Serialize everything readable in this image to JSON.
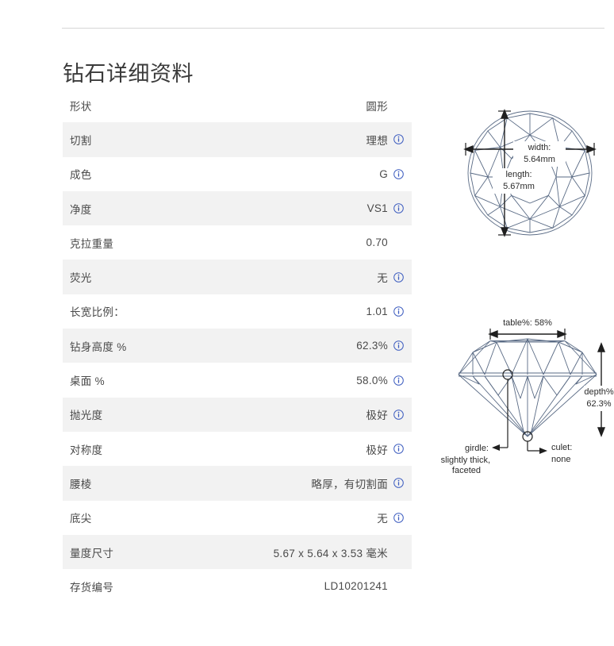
{
  "page": {
    "title": "钻石详细资料"
  },
  "spec_table": {
    "rows": [
      {
        "label": "形状",
        "value": "圆形",
        "info": false
      },
      {
        "label": "切割",
        "value": "理想",
        "info": true
      },
      {
        "label": "成色",
        "value": "G",
        "info": true
      },
      {
        "label": "净度",
        "value": "VS1",
        "info": true
      },
      {
        "label": "克拉重量",
        "value": "0.70",
        "info": false
      },
      {
        "label": "荧光",
        "value": "无",
        "info": true
      },
      {
        "label": "长宽比例：",
        "value": "1.01",
        "info": true
      },
      {
        "label": "钻身高度 %",
        "value": "62.3%",
        "info": true
      },
      {
        "label": "桌面 %",
        "value": "58.0%",
        "info": true
      },
      {
        "label": "抛光度",
        "value": "极好",
        "info": true
      },
      {
        "label": "对称度",
        "value": "极好",
        "info": true
      },
      {
        "label": "腰棱",
        "value": "略厚，有切割面",
        "info": true
      },
      {
        "label": "底尖",
        "value": "无",
        "info": true
      },
      {
        "label": "量度尺寸",
        "value": "5.67 x 5.64 x 3.53 毫米",
        "info": false
      },
      {
        "label": "存货编号",
        "value": "LD10201241",
        "info": false
      }
    ],
    "info_icon": "info-circle-icon",
    "accent_color": "#3b5bbf",
    "alt_row_color": "#f2f2f2",
    "text_color": "#4a4a4a"
  },
  "diagram_top": {
    "name": "diamond-top-view",
    "width_label_line1": "width:",
    "width_label_line2": "5.64mm",
    "length_label_line1": "length:",
    "length_label_line2": "5.67mm",
    "stroke_color": "#5a6b85"
  },
  "diagram_side": {
    "name": "diamond-side-view",
    "table_label": "table%: 58%",
    "depth_label_line1": "depth%",
    "depth_label_line2": "62.3%",
    "girdle_label_line1": "girdle:",
    "girdle_label_line2": "slightly thick,",
    "girdle_label_line3": "faceted",
    "culet_label_line1": "culet:",
    "culet_label_line2": "none",
    "stroke_color": "#5a6b85"
  }
}
